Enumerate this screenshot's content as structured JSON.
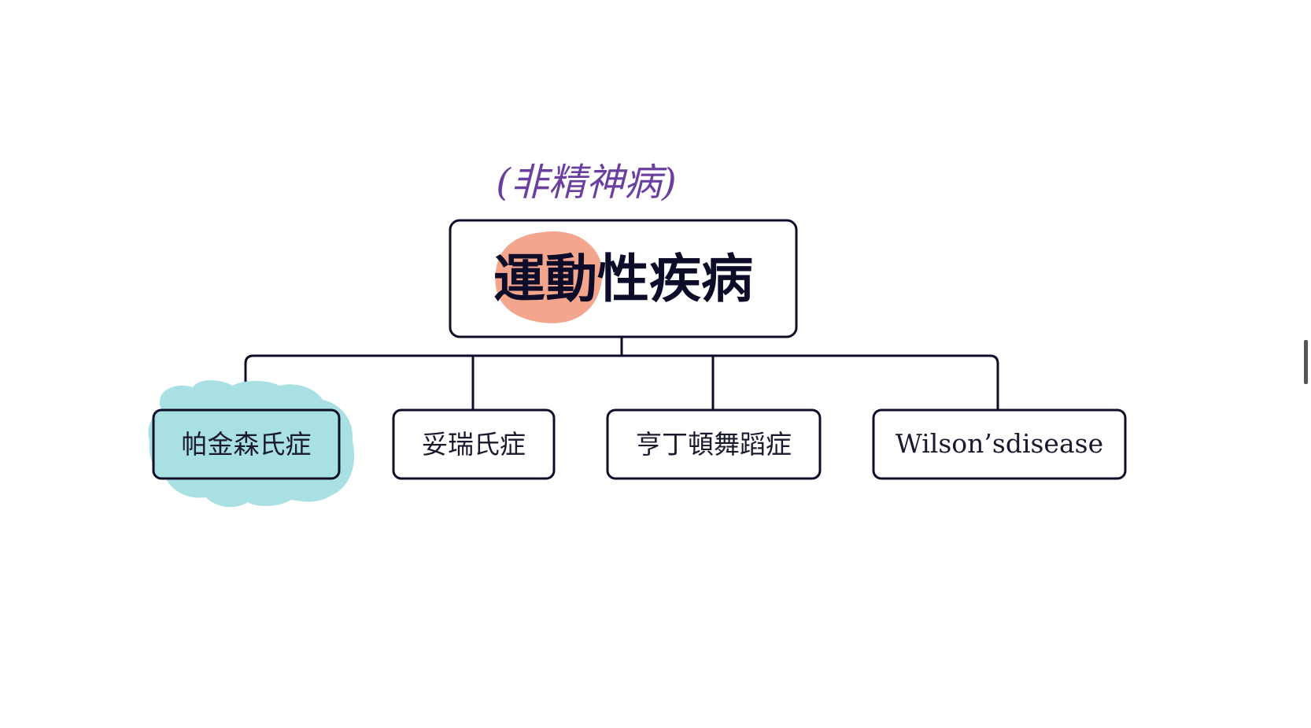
{
  "annotation": {
    "handwritten_note": "(非精神病)"
  },
  "diagram": {
    "root": {
      "label": "運動性疾病"
    },
    "children": [
      {
        "label": "帕金森氏症",
        "highlighted": true
      },
      {
        "label": "妥瑞氏症",
        "highlighted": false
      },
      {
        "label": "亨丁頓舞蹈症",
        "highlighted": false
      },
      {
        "label": "Wilson’sdisease",
        "highlighted": false
      }
    ]
  },
  "colors": {
    "border": "#0d0d2a",
    "root_highlight": "#f4a58e",
    "child_highlight": "#a8e0e4",
    "handwriting": "#6a3fa0",
    "scrollbar": "#555555"
  }
}
